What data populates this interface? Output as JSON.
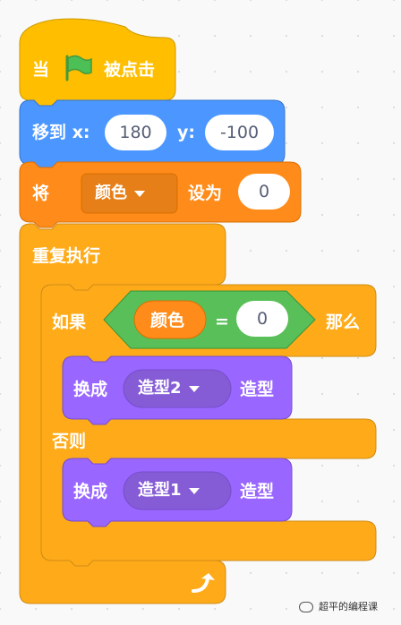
{
  "colors": {
    "events": "#ffbf00",
    "motion": "#4c97ff",
    "variables": "#ff8c1a",
    "control": "#ffab19",
    "operators": "#59c059",
    "looks": "#9966ff",
    "flag": "#4cbf56"
  },
  "event_block": {
    "when": "当",
    "flag_icon": "green-flag-icon",
    "clicked": "被点击"
  },
  "goto_block": {
    "label": "移到 x:",
    "x_value": "180",
    "y_label": "y:",
    "y_value": "-100"
  },
  "set_block": {
    "label": "将",
    "variable": "颜色",
    "to": "设为",
    "value": "0"
  },
  "forever_block": {
    "label": "重复执行",
    "end_icon": "loop-arrow-icon"
  },
  "if_else_block": {
    "if_label": "如果",
    "then_label": "那么",
    "else_label": "否则",
    "condition": {
      "variable": "颜色",
      "operator": "=",
      "value": "0"
    }
  },
  "switch_costume_1": {
    "label": "换成",
    "costume": "造型2",
    "suffix": "造型"
  },
  "switch_costume_2": {
    "label": "换成",
    "costume": "造型1",
    "suffix": "造型"
  },
  "watermark": {
    "text": "超平的编程课"
  }
}
